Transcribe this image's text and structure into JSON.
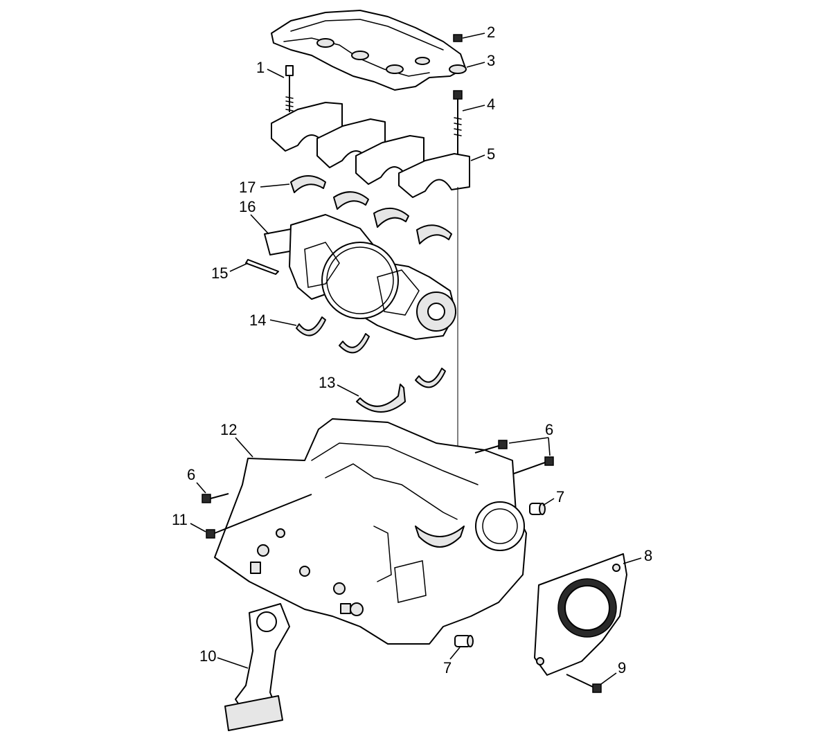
{
  "diagram": {
    "callouts": [
      {
        "id": "c1",
        "label": "1"
      },
      {
        "id": "c2",
        "label": "2"
      },
      {
        "id": "c3",
        "label": "3"
      },
      {
        "id": "c4",
        "label": "4"
      },
      {
        "id": "c5",
        "label": "5"
      },
      {
        "id": "c6a",
        "label": "6"
      },
      {
        "id": "c6b",
        "label": "6"
      },
      {
        "id": "c7a",
        "label": "7"
      },
      {
        "id": "c7b",
        "label": "7"
      },
      {
        "id": "c8",
        "label": "8"
      },
      {
        "id": "c9",
        "label": "9"
      },
      {
        "id": "c10",
        "label": "10"
      },
      {
        "id": "c11",
        "label": "11"
      },
      {
        "id": "c12",
        "label": "12"
      },
      {
        "id": "c13",
        "label": "13"
      },
      {
        "id": "c14",
        "label": "14"
      },
      {
        "id": "c15",
        "label": "15"
      },
      {
        "id": "c16",
        "label": "16"
      },
      {
        "id": "c17",
        "label": "17"
      }
    ]
  }
}
